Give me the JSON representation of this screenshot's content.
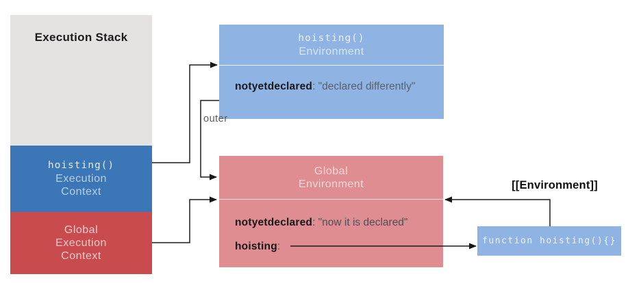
{
  "diagram": {
    "execution_stack": {
      "title": "Execution Stack",
      "hoisting_frame": {
        "name": "hoisting()",
        "line2": "Execution",
        "line3": "Context"
      },
      "global_frame": {
        "line1": "Global",
        "line2": "Execution",
        "line3": "Context"
      }
    },
    "hoisting_environment": {
      "name": "hoisting()",
      "type": "Environment",
      "binding_key": "notyetdeclared",
      "binding_value": ": \"declared differently\""
    },
    "global_environment": {
      "name_line1": "Global",
      "name_line2": "Environment",
      "binding1_key": "notyetdeclared",
      "binding1_value": ": \"now it is declared\"",
      "binding2_key": "hoisting",
      "binding2_value": ":"
    },
    "function_value": {
      "code": "function hoisting(){}"
    },
    "labels": {
      "outer": "outer",
      "environment_internal_slot": "[[Environment]]"
    },
    "colors": {
      "stack_gray": "#e4e3e2",
      "stack_blue": "#3b76b6",
      "stack_red": "#c94b4d",
      "environment_blue": "#8fb4e3",
      "environment_pink": "#e08d91",
      "arrow": "#1c1c1c"
    },
    "edges": [
      {
        "from": "hoisting-execution-context",
        "to": "hoisting-environment",
        "label": ""
      },
      {
        "from": "hoisting-environment",
        "to": "global-environment",
        "label": "outer"
      },
      {
        "from": "global-execution-context",
        "to": "global-environment",
        "label": ""
      },
      {
        "from": "function-hoisting-box",
        "to": "global-environment",
        "label": "[[Environment]]"
      },
      {
        "from": "global-environment-hoisting-binding",
        "to": "function-hoisting-box",
        "label": ""
      }
    ]
  }
}
